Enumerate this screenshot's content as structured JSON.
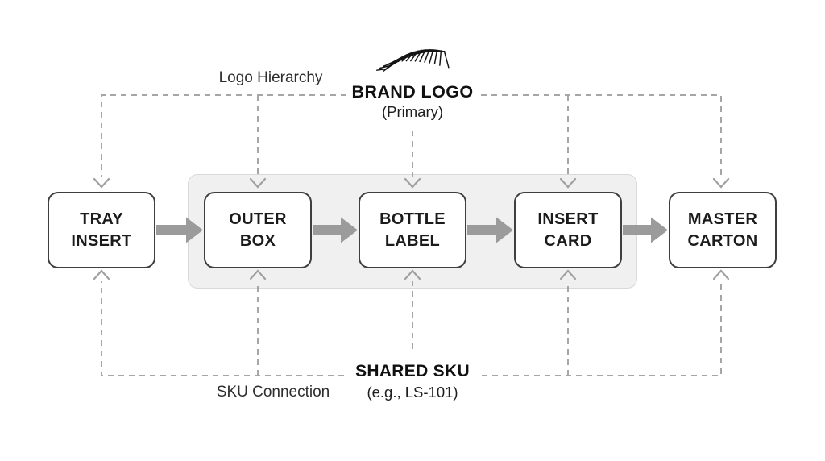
{
  "diagram": {
    "brand_group": {
      "icon": "eyelash-icon",
      "title": "BRAND LOGO",
      "subtitle": "(Primary)",
      "connection_label": "Logo Hierarchy"
    },
    "sku_group": {
      "title": "SHARED SKU",
      "subtitle": "(e.g., LS-101)",
      "connection_label": "SKU Connection"
    },
    "nodes": [
      {
        "id": "tray-insert",
        "label": "TRAY\nINSERT",
        "in_group_panel": false
      },
      {
        "id": "outer-box",
        "label": "OUTER\nBOX",
        "in_group_panel": true
      },
      {
        "id": "bottle-label",
        "label": "BOTTLE\nLABEL",
        "in_group_panel": true
      },
      {
        "id": "insert-card",
        "label": "INSERT\nCARD",
        "in_group_panel": true
      },
      {
        "id": "master-carton",
        "label": "MASTER\nCARTON",
        "in_group_panel": false
      }
    ],
    "solid_flow_order": [
      "tray-insert",
      "outer-box",
      "bottle-label",
      "insert-card",
      "master-carton"
    ],
    "dashed_connections": {
      "from_brand_logo_to": [
        "tray-insert",
        "outer-box",
        "bottle-label",
        "insert-card",
        "master-carton"
      ],
      "from_nodes_to_shared_sku": [
        "tray-insert",
        "outer-box",
        "bottle-label",
        "insert-card",
        "master-carton"
      ]
    },
    "colors": {
      "background": "#ffffff",
      "node_border": "#3f3f3f",
      "node_fill": "#ffffff",
      "group_panel_fill": "#f0f0f0",
      "group_panel_border": "#d9d9d9",
      "flow_arrow": "#9b9b9b",
      "dashed_line": "#a6a6a6",
      "text": "#141414"
    }
  }
}
